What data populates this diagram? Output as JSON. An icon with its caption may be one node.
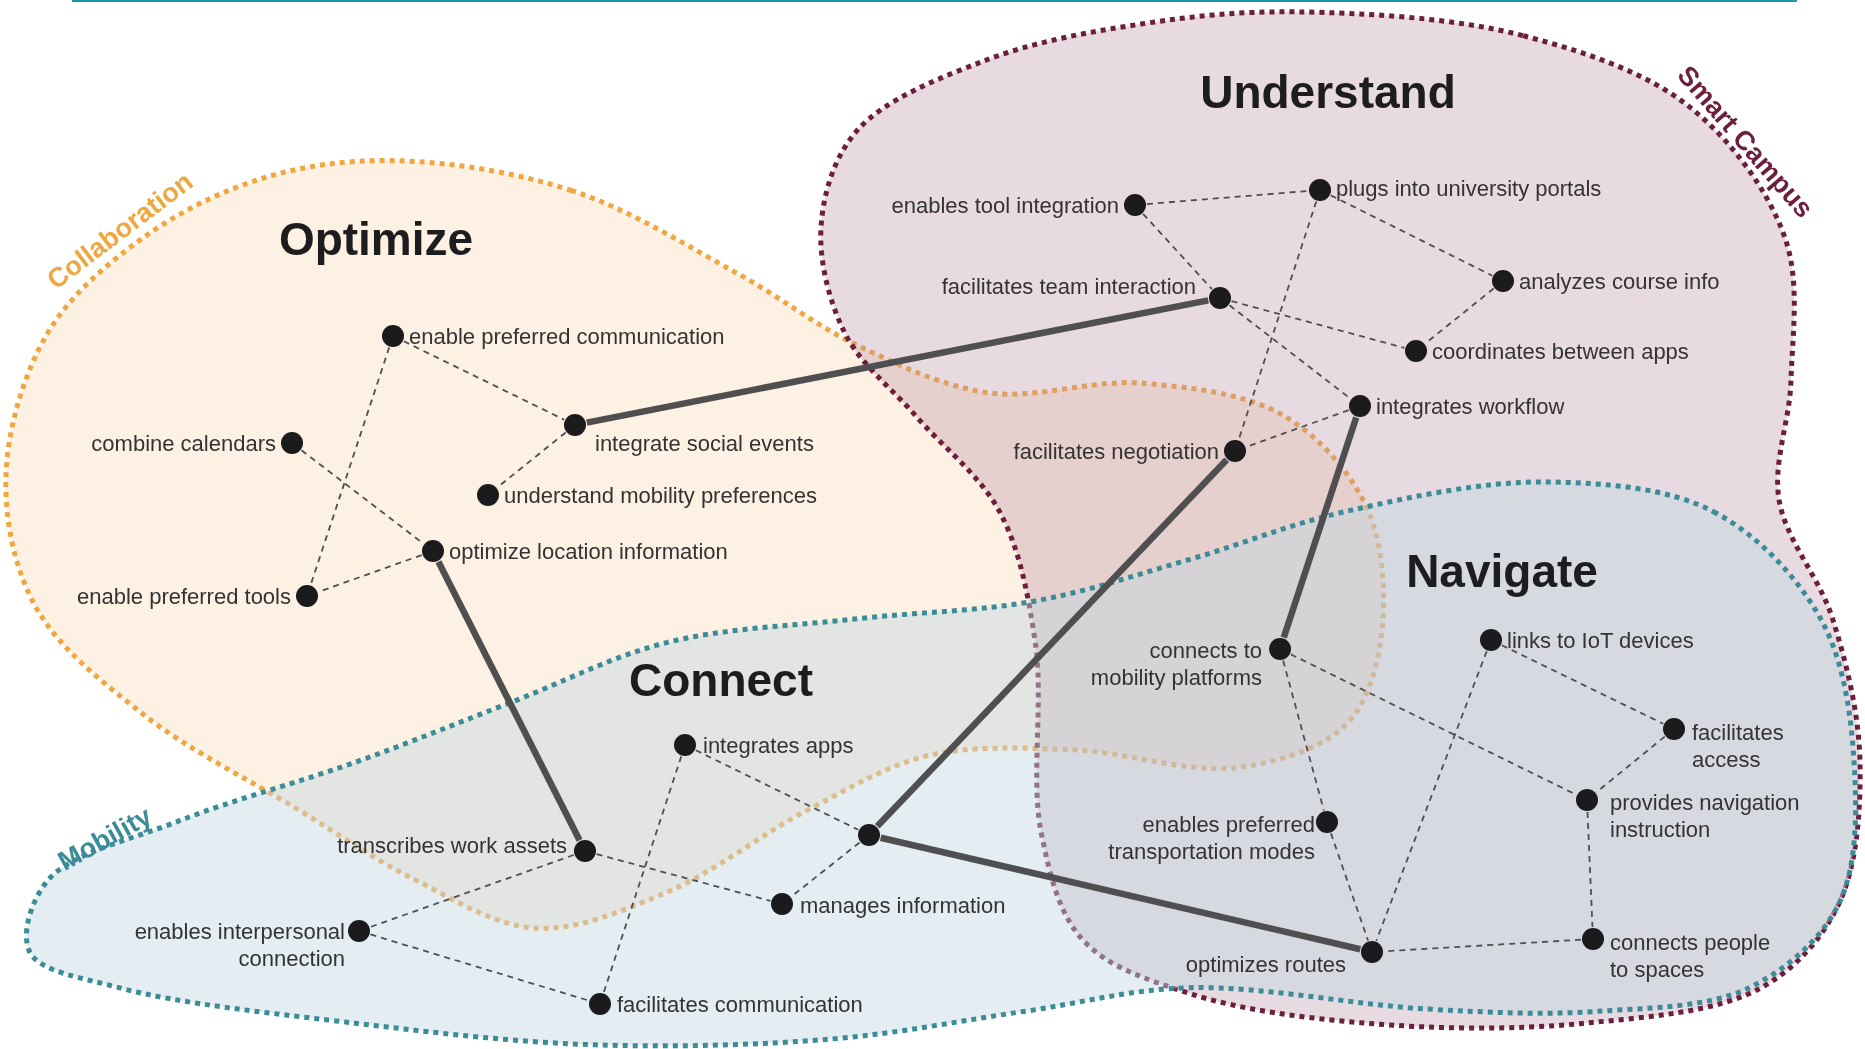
{
  "diagram": {
    "nodes": [
      {
        "text": [
          "Collaboration"
        ]
      },
      {
        "text": [
          "Smart Campus"
        ]
      },
      {
        "text": [
          "Mobility"
        ]
      },
      {
        "text": [],
        "shape": "circle",
        "in": 0,
        "beside": [
          "enable preferred communication"
        ]
      },
      {
        "text": [],
        "shape": "circle",
        "in": 0,
        "beside": [
          "combine calendars"
        ]
      },
      {
        "text": [],
        "shape": "circle",
        "in": 0,
        "beside": [
          "integrate social events"
        ]
      },
      {
        "text": [],
        "shape": "circle",
        "in": 0,
        "beside": [
          "understand mobility preferences"
        ]
      },
      {
        "text": [],
        "shape": "circle",
        "in": 0,
        "beside": [
          "optimize location information"
        ]
      },
      {
        "text": [],
        "shape": "circle",
        "in": 0,
        "beside": [
          "enable preferred tools"
        ]
      },
      {
        "text": [],
        "shape": "circle",
        "in": 1,
        "beside": [
          "enables tool integration"
        ]
      },
      {
        "text": [],
        "shape": "circle",
        "in": 1,
        "beside": [
          "plugs into university portals"
        ]
      },
      {
        "text": [],
        "shape": "circle",
        "in": 1,
        "beside": [
          "facilitates team interaction"
        ]
      },
      {
        "text": [],
        "shape": "circle",
        "in": 1,
        "beside": [
          "analyzes course info"
        ]
      },
      {
        "text": [],
        "shape": "circle",
        "in": 1,
        "beside": [
          "coordinates between apps"
        ]
      },
      {
        "text": [],
        "shape": "circle",
        "in": 1,
        "beside": [
          "integrates workflow"
        ]
      },
      {
        "text": [],
        "shape": "circle",
        "beside": [
          "facilitates negotiation"
        ]
      },
      {
        "text": [],
        "shape": "circle",
        "beside": [
          "connects to mobility platforms"
        ]
      },
      {
        "text": [],
        "shape": "circle",
        "beside": [
          "links to IoT devices"
        ]
      },
      {
        "text": [],
        "shape": "circle",
        "beside": [
          "facilitates access"
        ]
      },
      {
        "text": [],
        "shape": "circle",
        "beside": [
          "provides navigation instruction"
        ]
      },
      {
        "text": [],
        "shape": "circle",
        "beside": [
          "enables preferred transportation modes"
        ]
      },
      {
        "text": [],
        "shape": "circle",
        "beside": [
          "connects people to spaces"
        ]
      },
      {
        "text": [],
        "shape": "circle",
        "beside": [
          "optimizes routes"
        ]
      },
      {
        "text": [],
        "shape": "circle",
        "beside": [
          "integrates apps"
        ]
      },
      {
        "text": [],
        "shape": "circle",
        "beside": [
          "transcribes work assets"
        ]
      },
      {
        "text": [],
        "shape": "circle",
        "in": 2
      },
      {
        "text": [],
        "shape": "circle",
        "in": 2,
        "beside": [
          "manages information"
        ]
      },
      {
        "text": [],
        "shape": "circle",
        "in": 2,
        "beside": [
          "enables interpersonal connection"
        ]
      },
      {
        "text": [],
        "shape": "circle",
        "in": 2,
        "beside": [
          "facilitates communication"
        ]
      }
    ],
    "edges": [
      {
        "from": 3,
        "to": 5,
        "arrow": "none",
        "style": "dashed"
      },
      {
        "from": 3,
        "to": 8,
        "arrow": "none",
        "style": "dashed"
      },
      {
        "from": 4,
        "to": 7,
        "arrow": "none",
        "style": "dashed"
      },
      {
        "from": 5,
        "to": 6,
        "arrow": "none",
        "style": "dashed"
      },
      {
        "from": 7,
        "to": 8,
        "arrow": "none",
        "style": "dashed"
      },
      {
        "from": 9,
        "to": 10,
        "arrow": "none",
        "style": "dashed"
      },
      {
        "from": 9,
        "to": 11,
        "arrow": "none",
        "style": "dashed"
      },
      {
        "from": 10,
        "to": 12,
        "arrow": "none",
        "style": "dashed"
      },
      {
        "from": 10,
        "to": 15,
        "arrow": "none",
        "style": "dashed"
      },
      {
        "from": 11,
        "to": 13,
        "arrow": "none",
        "style": "dashed"
      },
      {
        "from": 11,
        "to": 14,
        "arrow": "none",
        "style": "dashed"
      },
      {
        "from": 12,
        "to": 13,
        "arrow": "none",
        "style": "dashed"
      },
      {
        "from": 14,
        "to": 15,
        "arrow": "none",
        "style": "dashed"
      },
      {
        "from": 16,
        "to": 19,
        "arrow": "none",
        "style": "dashed"
      },
      {
        "from": 16,
        "to": 20,
        "arrow": "none",
        "style": "dashed"
      },
      {
        "from": 20,
        "to": 22,
        "arrow": "none",
        "style": "dashed"
      },
      {
        "from": 17,
        "to": 18,
        "arrow": "none",
        "style": "dashed"
      },
      {
        "from": 17,
        "to": 22,
        "arrow": "none",
        "style": "dashed"
      },
      {
        "from": 18,
        "to": 19,
        "arrow": "none",
        "style": "dashed"
      },
      {
        "from": 19,
        "to": 21,
        "arrow": "none",
        "style": "dashed"
      },
      {
        "from": 21,
        "to": 22,
        "arrow": "none",
        "style": "dashed"
      },
      {
        "from": 23,
        "to": 25,
        "arrow": "none",
        "style": "dashed"
      },
      {
        "from": 23,
        "to": 28,
        "arrow": "none",
        "style": "dashed"
      },
      {
        "from": 24,
        "to": 26,
        "arrow": "none",
        "style": "dashed"
      },
      {
        "from": 24,
        "to": 27,
        "arrow": "none",
        "style": "dashed"
      },
      {
        "from": 25,
        "to": 26,
        "arrow": "none",
        "style": "dashed"
      },
      {
        "from": 27,
        "to": 28,
        "arrow": "none",
        "style": "dashed"
      },
      {
        "from": 5,
        "to": 11,
        "arrow": "none",
        "style": "thick"
      },
      {
        "from": 7,
        "to": 24,
        "arrow": "none",
        "style": "thick"
      },
      {
        "from": 14,
        "to": 16,
        "arrow": "none",
        "style": "thick"
      },
      {
        "from": 15,
        "to": 25,
        "arrow": "none",
        "style": "thick"
      },
      {
        "from": 25,
        "to": 22,
        "arrow": "none",
        "style": "thick"
      }
    ],
    "labels": [
      "Understand",
      "Optimize",
      "Navigate",
      "Connect"
    ]
  }
}
